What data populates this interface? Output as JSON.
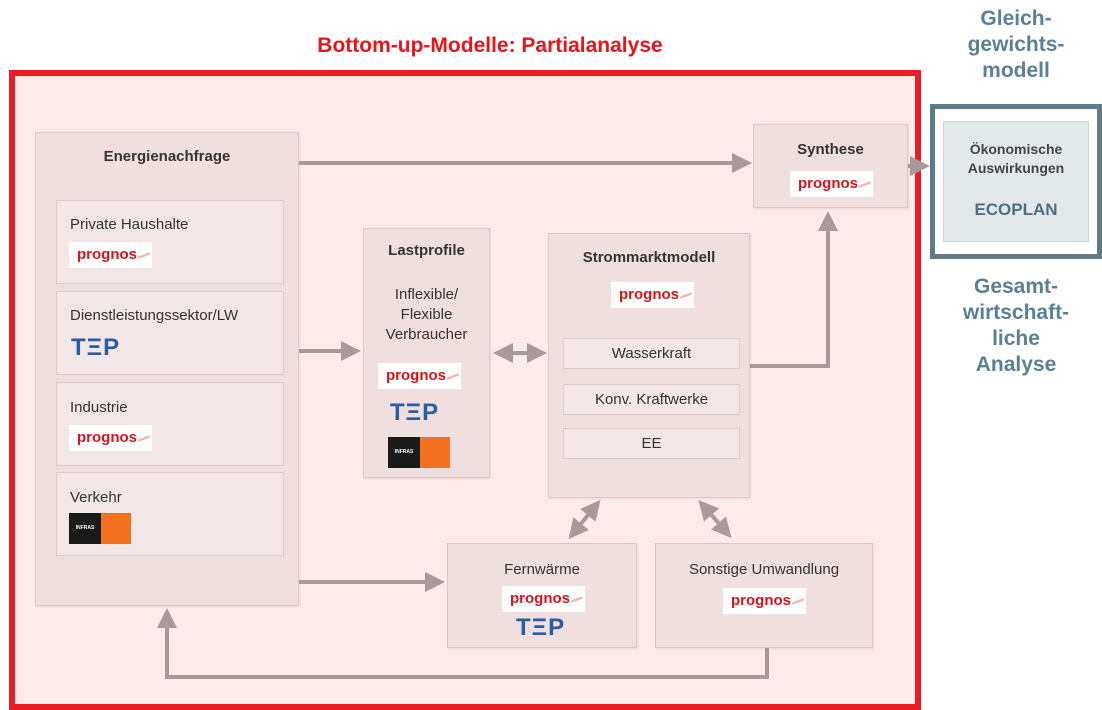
{
  "header": {
    "title": "Bottom-up-Modelle: Partialanalyse"
  },
  "side": {
    "top_label_lines": [
      "Gleich-",
      "gewichts-",
      "modell"
    ],
    "bottom_label_lines": [
      "Gesamt-",
      "wirtschaft-",
      "liche",
      "Analyse"
    ],
    "ecoplan_box": {
      "title_lines": [
        "Ökonomische",
        "Auswirkungen"
      ],
      "brand": "ECOPLAN"
    }
  },
  "energienachfrage": {
    "title": "Energienachfrage",
    "sectors": [
      {
        "label": "Private Haushalte",
        "logo": "prognos"
      },
      {
        "label": "Dienstleistungssektor/LW",
        "logo": "TEP"
      },
      {
        "label": "Industrie",
        "logo": "prognos"
      },
      {
        "label": "Verkehr",
        "logo": "INFRAS"
      }
    ]
  },
  "lastprofile": {
    "title": "Lastprofile",
    "text_lines": [
      "Inflexible/",
      "Flexible",
      "Verbraucher"
    ],
    "logos": [
      "prognos",
      "TEP",
      "INFRAS"
    ]
  },
  "strommarktmodell": {
    "title": "Strommarktmodell",
    "logo": "prognos",
    "items": [
      "Wasserkraft",
      "Konv. Kraftwerke",
      "EE"
    ]
  },
  "synthese": {
    "title": "Synthese",
    "logo": "prognos"
  },
  "fernwaerme": {
    "title": "Fernwärme",
    "logos": [
      "prognos",
      "TEP"
    ]
  },
  "sonstige": {
    "title": "Sonstige Umwandlung",
    "logo": "prognos"
  },
  "logo_text": {
    "prognos": "prognos",
    "tep": "TΞP",
    "infras": "INFRAS"
  },
  "colors": {
    "frame_red": "#ec1c24",
    "title_red": "#e8141c",
    "side_text": "#5b7f95",
    "arrow_gray": "#a89a9a",
    "eco_border": "#5f7b8a"
  }
}
